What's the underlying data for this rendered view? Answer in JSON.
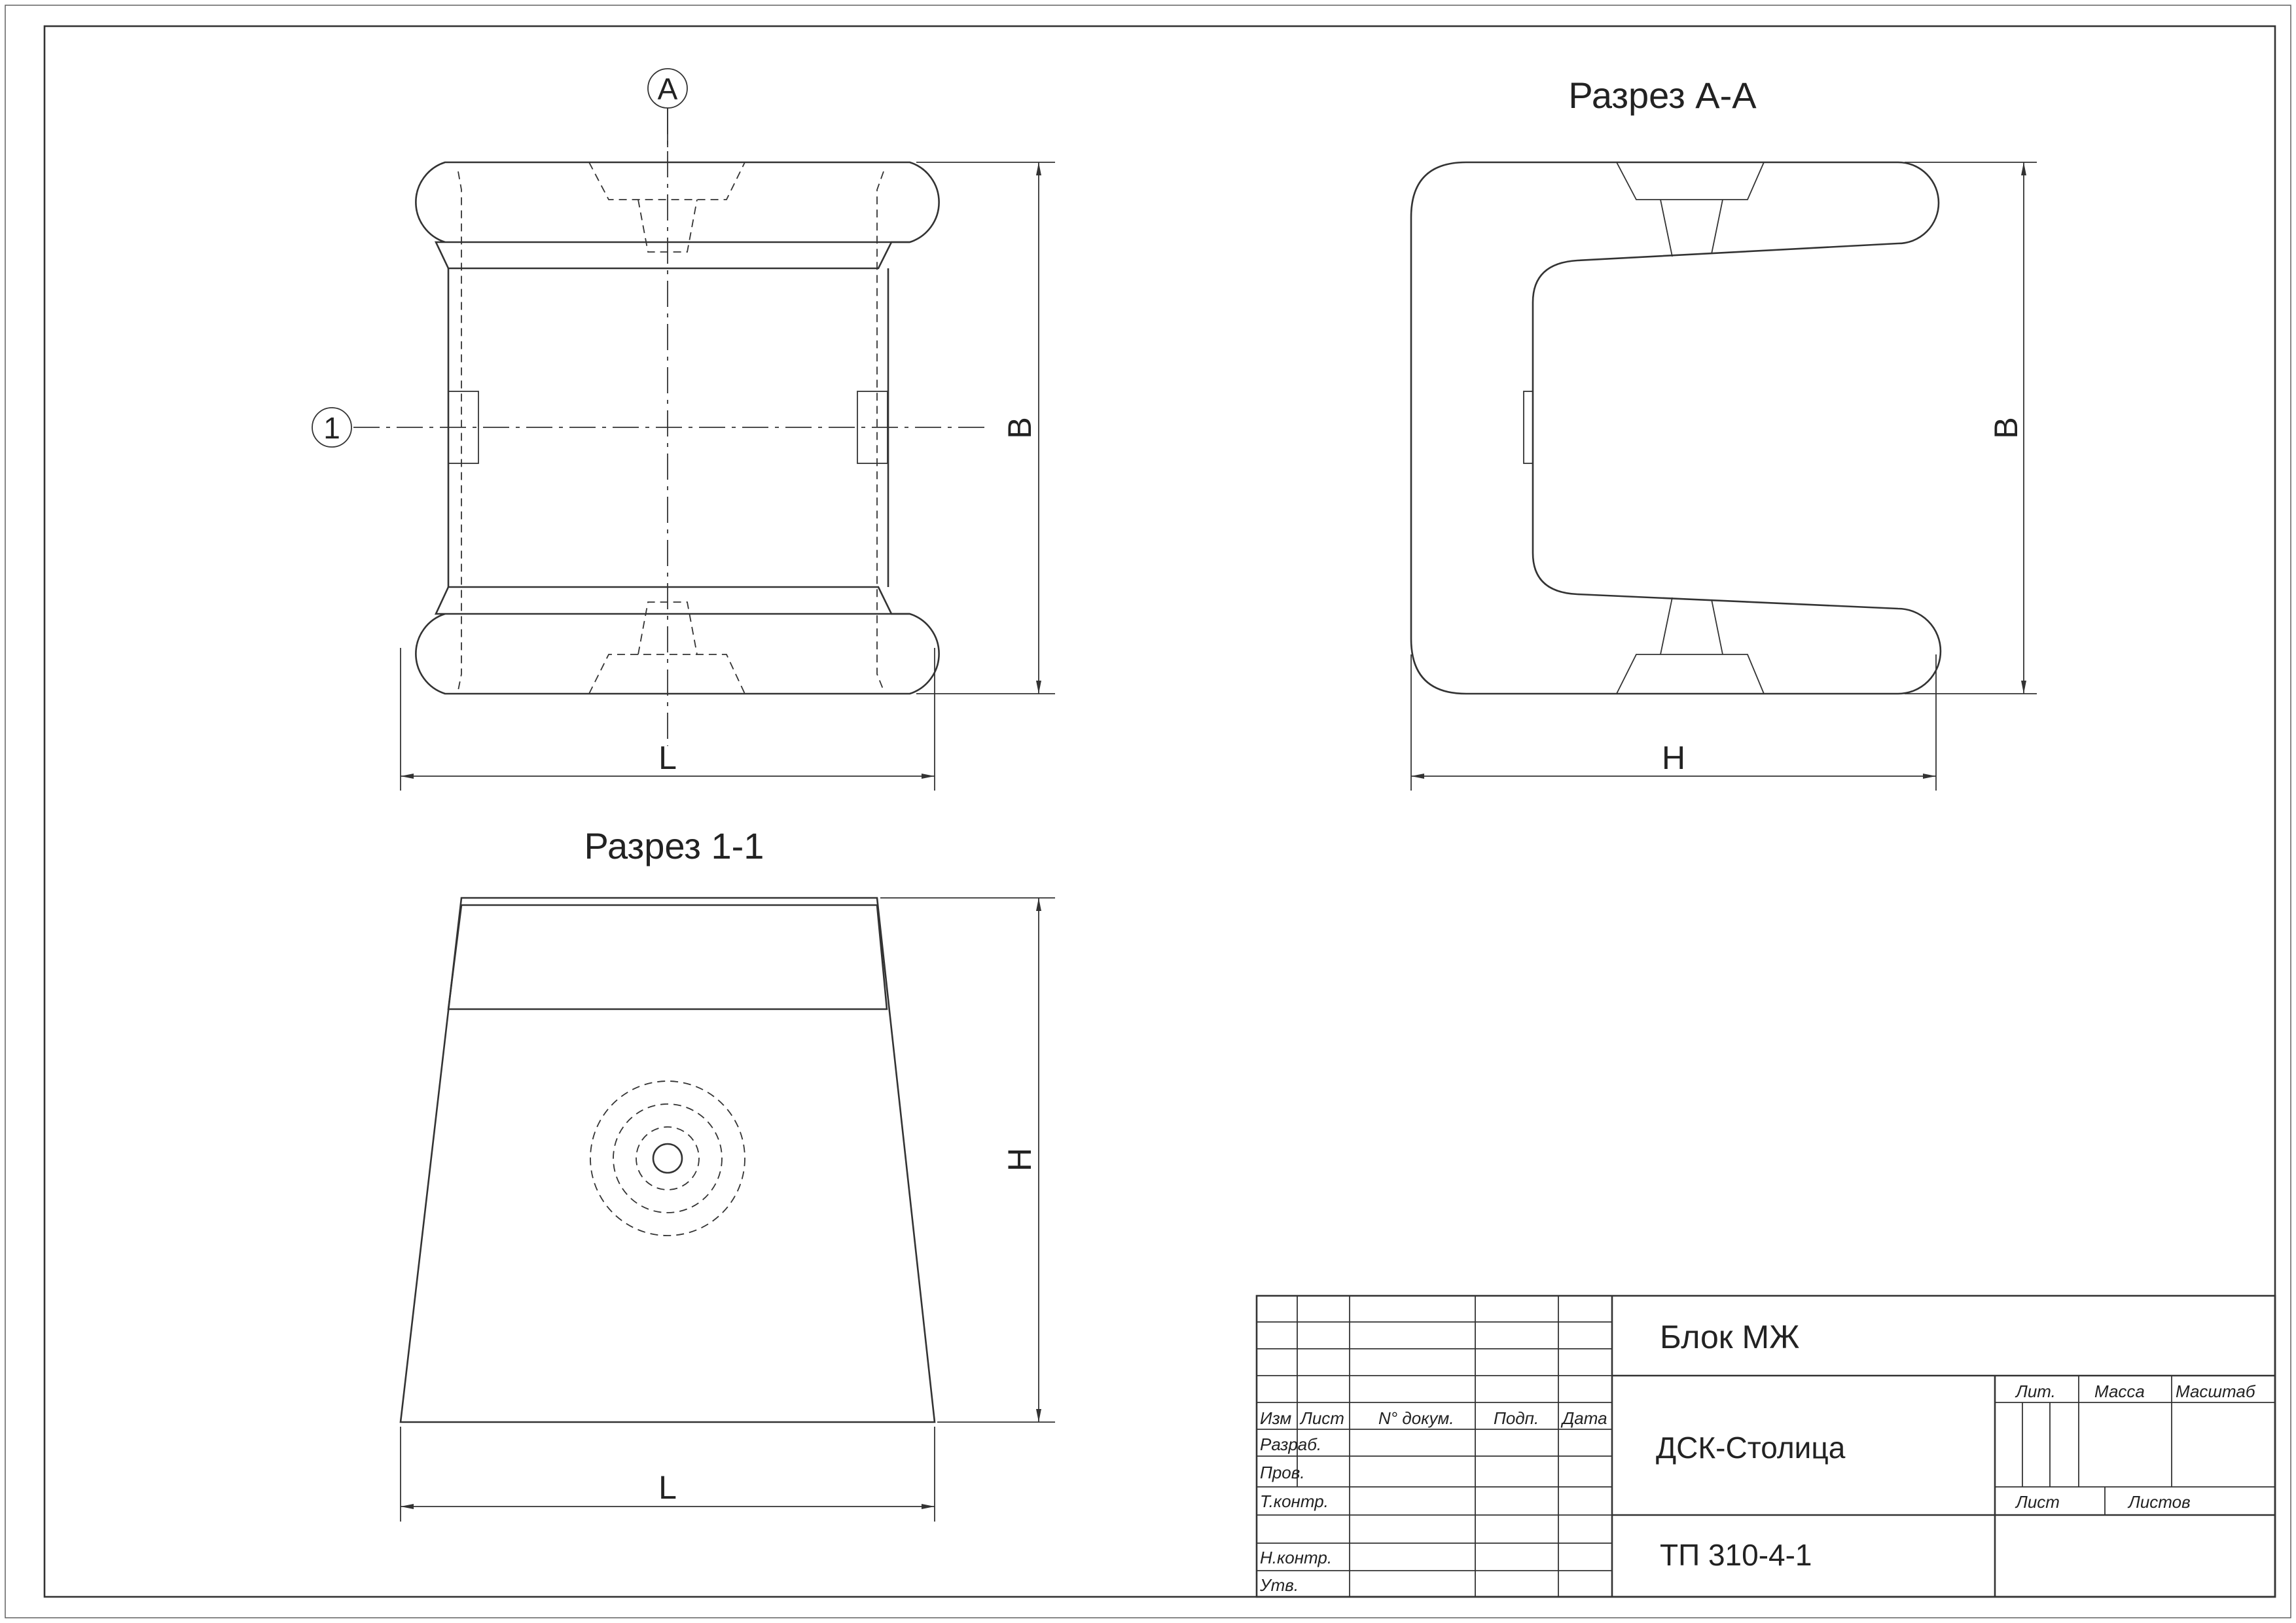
{
  "views": {
    "front": {
      "marker_a": "A",
      "marker_1": "1",
      "dim_width": "L",
      "dim_height": "B"
    },
    "section_aa": {
      "title": "Разрез А-А",
      "dim_width": "H",
      "dim_height": "B"
    },
    "section_11": {
      "title": "Разрез 1-1",
      "dim_width": "L",
      "dim_height": "H"
    }
  },
  "title_block": {
    "name": "Блок МЖ",
    "org": "ДСК-Столица",
    "code": "ТП 310-4-1",
    "columns": {
      "izm": "Изм",
      "list": "Лист",
      "doc": "N° докум.",
      "sign": "Подп.",
      "date": "Дата"
    },
    "roles": {
      "razrab": "Разраб.",
      "prov": "Пров.",
      "tkontr": "Т.контр.",
      "nkontr": "Н.контр.",
      "utv": "Утв."
    },
    "fields": {
      "lit": "Лит.",
      "massa": "Масса",
      "masshtab": "Масштаб",
      "list": "Лист",
      "listov": "Листов"
    }
  }
}
